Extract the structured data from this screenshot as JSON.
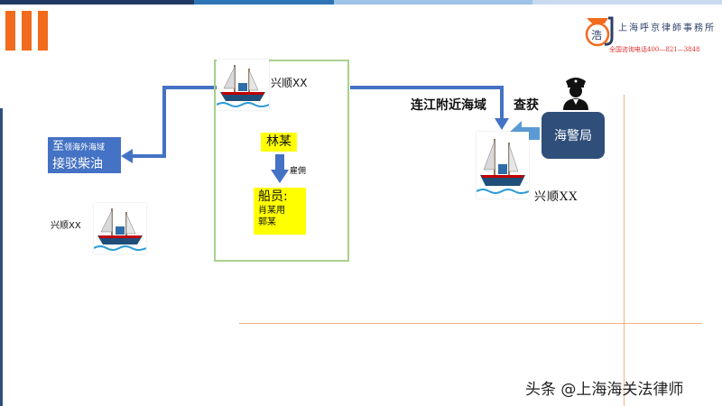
{
  "header": {
    "firm_name": "上海呼京律師事務所",
    "hotline": "全国咨询电话400—821—3848"
  },
  "diagram": {
    "ship_top_label": "兴顺XX",
    "ship_left_label": "兴顺XX",
    "ship_right_label": "兴顺XX",
    "left_box": {
      "prefix": "至",
      "small": "领海外海域",
      "line2": "接驳柴油"
    },
    "employer_box": "林某",
    "employ_label": "雇佣",
    "crew_box": {
      "title": "船员:",
      "member1": "肖某用",
      "member2": "郭某"
    },
    "route_label": "连江附近海域",
    "seize_label": "查获",
    "police_box": "海警局"
  },
  "watermark": "头条 @上海海关法律师",
  "colors": {
    "arrow": "#4472c4",
    "police": "#2f4f7a",
    "orange": "#f26b1d",
    "frame": "#a9d18e",
    "highlight": "#ffff00"
  }
}
